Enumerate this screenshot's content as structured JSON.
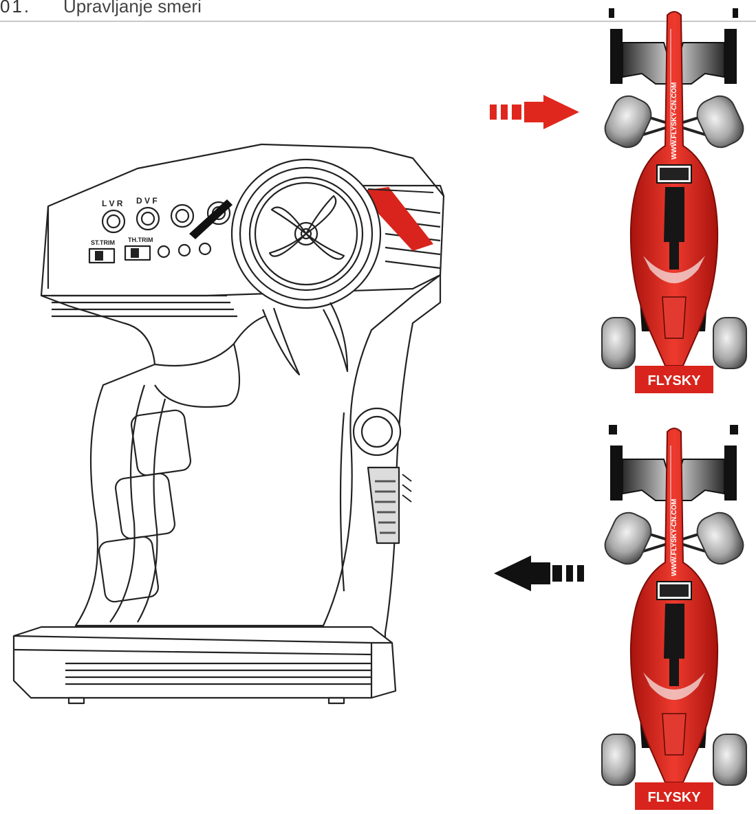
{
  "header": {
    "number": "01.",
    "title": "Upravljanje smeri"
  },
  "transmitter": {
    "knob_labels": [
      "L V R",
      "D V F"
    ],
    "switch_labels": [
      "ST.TRIM",
      "TH.TRIM"
    ],
    "icon": "rc-transmitter-icon"
  },
  "cars": {
    "top": {
      "badge": "FLYSKY",
      "body_text": "WWW.FLYSKY-CN.COM"
    },
    "bottom": {
      "badge": "FLYSKY",
      "body_text": "WWW.FLYSKY-CN.COM"
    }
  },
  "arrows": {
    "right": {
      "color": "#e0271e",
      "direction": "right"
    },
    "left": {
      "color": "#111111",
      "direction": "left"
    }
  },
  "colors": {
    "car_red": "#d8241c",
    "car_dark": "#1a1a1a",
    "line": "#222222"
  }
}
